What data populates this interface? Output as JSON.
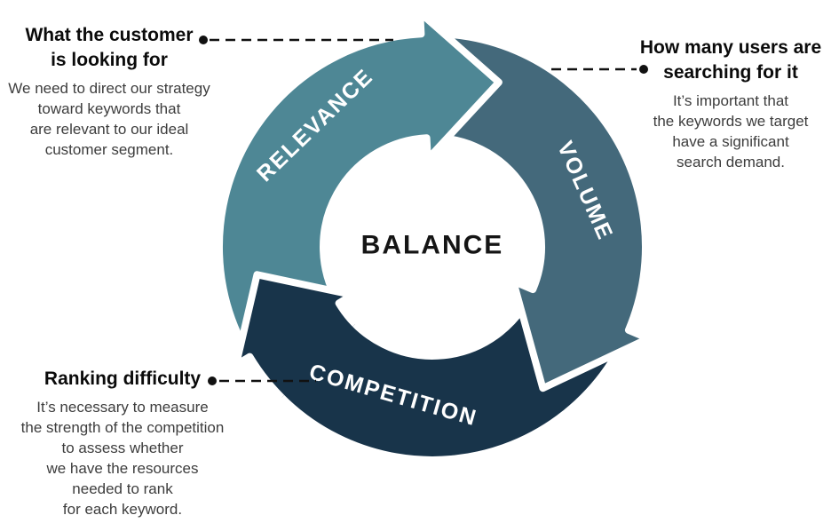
{
  "diagram": {
    "center_label": "BALANCE",
    "colors": {
      "relevance": "#4E8795",
      "volume": "#44697B",
      "competition": "#18344A",
      "outline": "#FFFFFF",
      "connector": "#111111",
      "center_text": "#151515",
      "title_text": "#0B0B0B",
      "body_text": "#3D3D3D",
      "background": "#FFFFFF"
    },
    "segments": [
      {
        "id": "relevance",
        "label": "RELEVANCE",
        "color": "#4E8795"
      },
      {
        "id": "volume",
        "label": "VOLUME",
        "color": "#44697B"
      },
      {
        "id": "competition",
        "label": "COMPETITION",
        "color": "#18344A"
      }
    ]
  },
  "callouts": {
    "top_left": {
      "title_lines": [
        "What the customer",
        "is looking for"
      ],
      "body_lines": [
        "We need to direct our strategy",
        "toward keywords that",
        "are relevant to our ideal",
        "customer segment."
      ]
    },
    "top_right": {
      "title_lines": [
        "How many users are",
        "searching for it"
      ],
      "body_lines": [
        "It’s important that",
        "the keywords we target",
        "have a significant",
        "search demand."
      ]
    },
    "bottom_left": {
      "title_lines": [
        "Ranking difficulty"
      ],
      "body_lines": [
        "It’s necessary to measure",
        "the strength of the competition",
        "to assess whether",
        "we have the resources",
        "needed to rank",
        "for each keyword."
      ]
    }
  }
}
